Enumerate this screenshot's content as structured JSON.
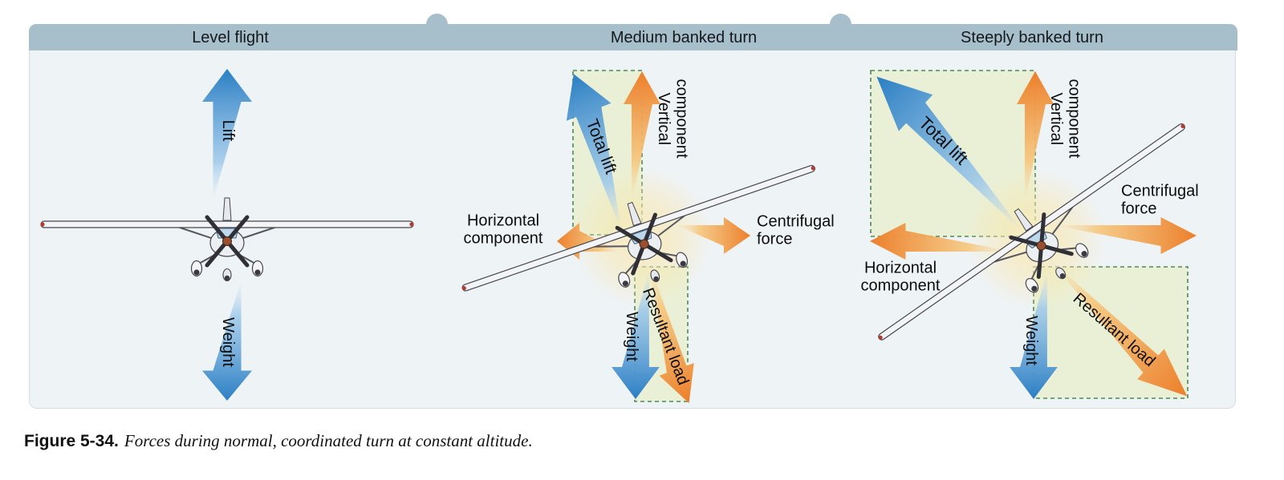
{
  "header": {
    "sections": [
      {
        "title": "Level flight"
      },
      {
        "title": "Medium banked turn"
      },
      {
        "title": "Steeply banked turn"
      }
    ]
  },
  "diagram": {
    "level": {
      "lift": "Lift",
      "weight": "Weight"
    },
    "medium": {
      "total_lift": "Total lift",
      "vertical_component": "Vertical\ncomponent",
      "horizontal_component": "Horizontal\ncomponent",
      "centrifugal_force": "Centrifugal\nforce",
      "weight": "Weight",
      "resultant_load": "Resultant load"
    },
    "steep": {
      "total_lift": "Total lift",
      "vertical_component": "Vertical\ncomponent",
      "horizontal_component": "Horizontal\ncomponent",
      "centrifugal_force": "Centrifugal\nforce",
      "weight": "Weight",
      "resultant_load": "Resultant load"
    }
  },
  "caption": {
    "label": "Figure 5-34.",
    "text": "Forces during normal, coordinated turn at constant altitude."
  },
  "colors": {
    "header_bg": "#a7bfcb",
    "panel_bg": "#eef3f6",
    "lift_blue": "#2e86cc",
    "force_orange": "#ec7f2b",
    "region_fill": "#e9efd0",
    "region_dash": "#4e8757"
  }
}
